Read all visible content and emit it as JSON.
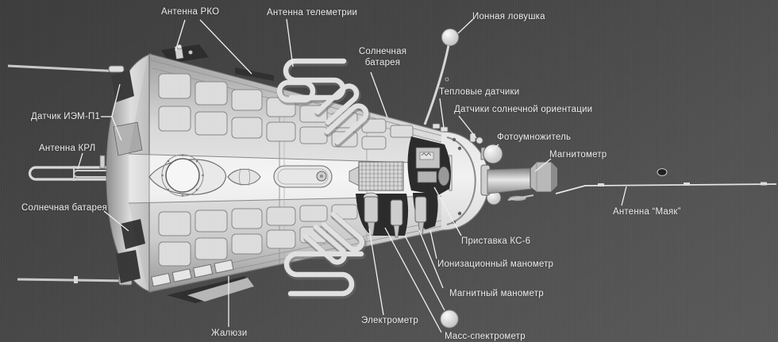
{
  "palette": {
    "background": "#474747",
    "spacecraft": "#d9d9d9",
    "cutaway": "#2c2c2c",
    "leader_line": "#efefef",
    "label_text": "#ececec"
  },
  "callouts": {
    "antenna_rko": "Антенна РКО",
    "antenna_telemetrii": "Антенна телеметрии",
    "solnechnaya_batareya_top": "Солнечная батарея",
    "ionnaya_lovushka": "Ионная ловушка",
    "teplovye_datchiki": "Тепловые датчики",
    "datchiki_solnechnoy_orientatsii": "Датчики солнечной ориентации",
    "fotoumnozhitel": "Фотоумножитель",
    "magnitometr": "Магнитометр",
    "antenna_mayak": "Антенна “Маяк”",
    "pristavka_ks6": "Приставка КС-6",
    "ionizatsionnyy_manometr": "Ионизационный манометр",
    "magnitnyy_manometr": "Магнитный манометр",
    "mass_spektrometr": "Масс-спектрометр",
    "elektrometr": "Электрометр",
    "zhalyuzi": "Жалюзи",
    "datchik_iem_p1": "Датчик ИЭМ-П1",
    "antenna_krl": "Антенна КРЛ",
    "solnechnaya_batareya_left": "Солнечная батарея"
  }
}
